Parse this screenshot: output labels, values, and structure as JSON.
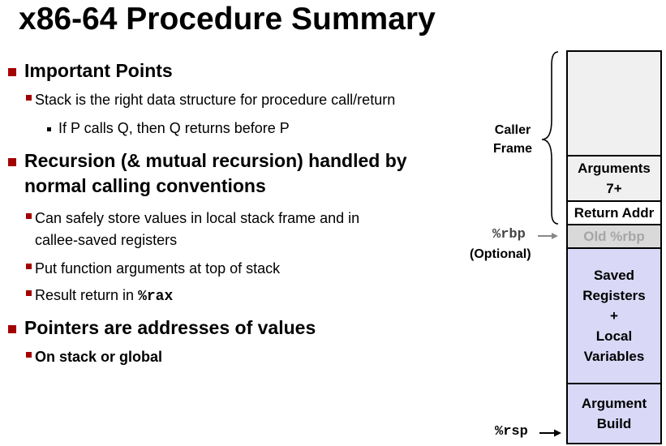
{
  "title": "x86-64 Procedure Summary",
  "bullets": {
    "important_points": "Important Points",
    "stack_right": "Stack is the right data structure for procedure call/return",
    "if_p_calls_q": "If P calls Q, then Q returns before P",
    "recursion_line1": "Recursion (& mutual recursion) handled by",
    "recursion_line2": "normal calling conventions",
    "safely_store_line1": "Can safely store values in local stack frame and in",
    "safely_store_line2": "callee-saved registers",
    "put_args": "Put function arguments at top of stack",
    "result_return_prefix": "Result return in ",
    "result_return_reg": "%rax",
    "pointers": "Pointers are addresses of values",
    "on_stack": "On stack or global"
  },
  "diagram": {
    "caller_frame_line1": "Caller",
    "caller_frame_line2": "Frame",
    "rbp_label": "%rbp",
    "optional_label": "(Optional)",
    "rsp_label": "%rsp",
    "cells": {
      "arguments_line1": "Arguments",
      "arguments_line2": "7+",
      "return_addr": "Return Addr",
      "old_rbp": "Old %rbp",
      "saved_line1": "Saved",
      "saved_line2": "Registers",
      "saved_line3": "+",
      "saved_line4": "Local",
      "saved_line5": "Variables",
      "argbuild_line1": "Argument",
      "argbuild_line2": "Build"
    }
  },
  "colors": {
    "bullet_red": "#a30000",
    "frame_gray": "#f0f0f0",
    "old_rbp_gray": "#d9d9d9",
    "old_rbp_text": "#a6a6a6",
    "callee_lavender": "#d9d9f7"
  }
}
